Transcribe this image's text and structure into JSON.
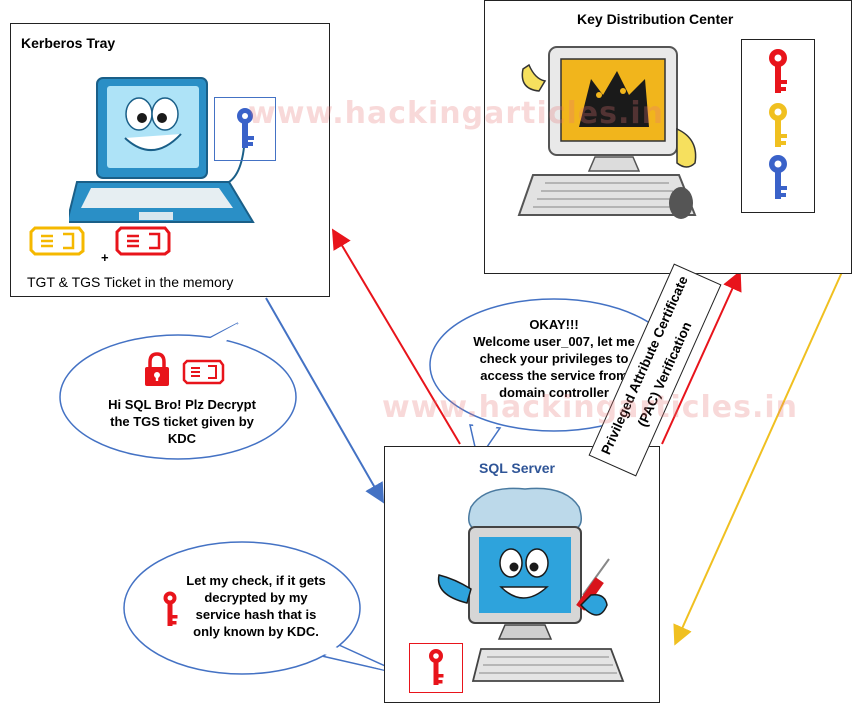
{
  "kerberos_tray": {
    "title": "Kerberos Tray",
    "caption": "TGT & TGS Ticket in the memory",
    "plus": "+"
  },
  "kdc": {
    "title": "Key Distribution Center"
  },
  "sql_server": {
    "title": "SQL Server"
  },
  "watermark": "www.hackingarticles.in",
  "bubbles": {
    "client": [
      "Hi SQL Bro! Plz Decrypt",
      "the TGS ticket given by",
      "KDC"
    ],
    "server_reply": [
      "OKAY!!!",
      "Welcome user_007, let me",
      "check your privileges to",
      "access the service from",
      "domain controller"
    ],
    "server_check": [
      "Let my check, if it gets",
      "decrypted by my",
      "service hash that is",
      "only known by KDC."
    ]
  },
  "pac": {
    "line1": "Privileged Attribute Certificate",
    "line2": "(PAC) Verification"
  },
  "colors": {
    "red": "#e8141b",
    "blue": "#4472c4",
    "yellow": "#f0c020",
    "ticket_yellow": "#f5b800",
    "ticket_red": "#e8141b",
    "key_blue": "#3a62c9"
  }
}
